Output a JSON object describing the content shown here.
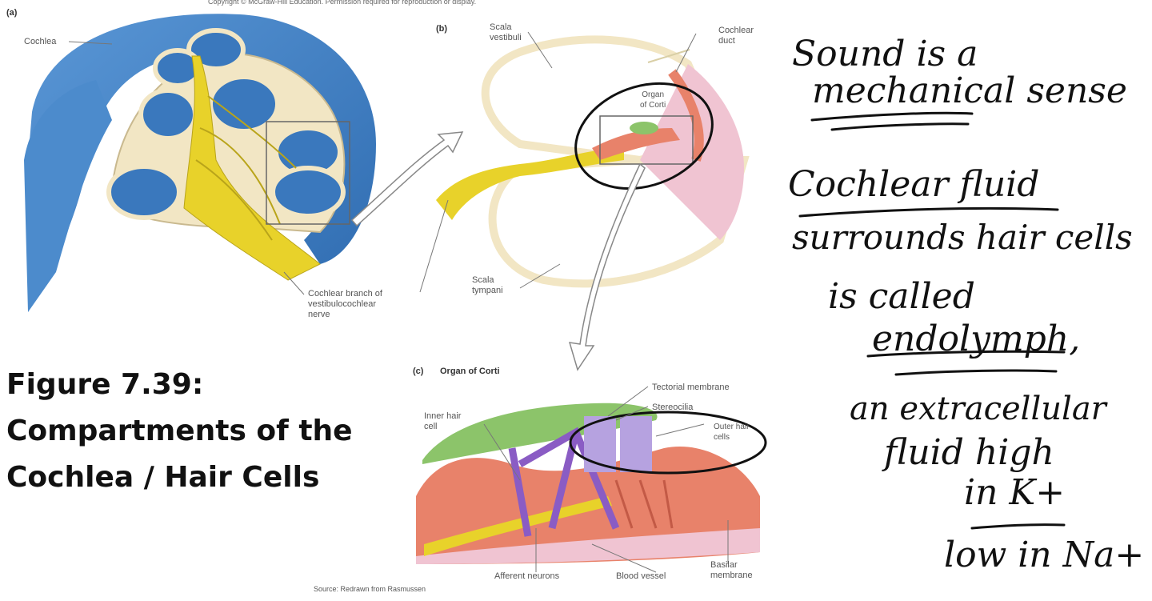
{
  "copyright": "Copyright © McGraw-Hill Education. Permission required for reproduction or display.",
  "panel_a": {
    "letter": "(a)",
    "cochlea_label": "Cochlea",
    "nerve_label": [
      "Cochlear branch of",
      "vestibulocochlear",
      "nerve"
    ]
  },
  "panel_b": {
    "letter": "(b)",
    "scala_vestibuli": [
      "Scala",
      "vestibuli"
    ],
    "cochlear_duct": [
      "Cochlear",
      "duct"
    ],
    "organ_of_corti": [
      "Organ",
      "of Corti"
    ],
    "scala_tympani": [
      "Scala",
      "tympani"
    ]
  },
  "panel_c": {
    "letter": "(c)",
    "title": "Organ of Corti",
    "tectorial": "Tectorial membrane",
    "stereocilia": "Stereocilia",
    "outer_hair": [
      "Outer hair",
      "cells"
    ],
    "inner_hair": [
      "Inner hair",
      "cell"
    ],
    "afferent": "Afferent neurons",
    "blood_vessel": "Blood vessel",
    "basilar": [
      "Basilar",
      "membrane"
    ]
  },
  "source": "Source: Redrawn from Rasmussen",
  "figure_caption": [
    "Figure 7.39:",
    "Compartments of the",
    "Cochlea / Hair Cells"
  ],
  "handwritten_notes": [
    "Sound is a",
    "mechanical sense",
    "Cochlear fluid",
    "surrounds hair cells",
    "is called",
    "endolymph,",
    "an extracellular",
    "fluid high",
    "in K+",
    "low in Na+"
  ],
  "colors": {
    "cochlea_blue": "#3f7fc4",
    "bone": "#f2e6c4",
    "nerve_yellow": "#e8d22a",
    "tissue": "#e8826a",
    "tectorial": "#8cc46a",
    "hair_cells": "#8a5cc4",
    "membrane_pink": "#f0c4d2"
  }
}
